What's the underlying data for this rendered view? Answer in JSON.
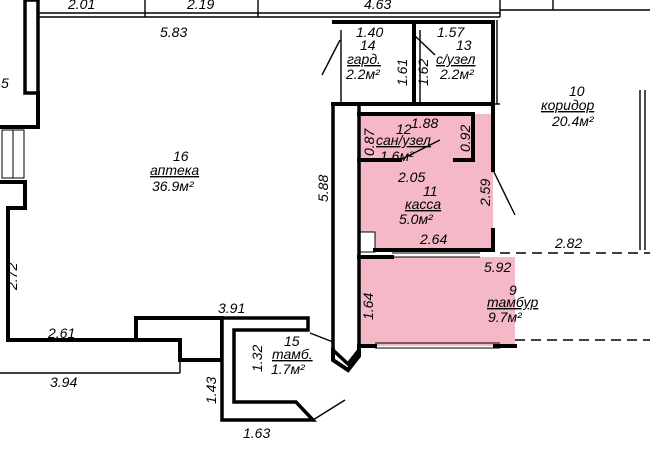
{
  "rooms": [
    {
      "id": "16",
      "number": "16",
      "name": "аптека",
      "area": "36.9м²"
    },
    {
      "id": "14",
      "number": "14",
      "name": "гард.",
      "area": "2.2м²"
    },
    {
      "id": "13",
      "number": "13",
      "name": "с/узел",
      "area": "2.2м²"
    },
    {
      "id": "10",
      "number": "10",
      "name": "коридор",
      "area": "20.4м²"
    },
    {
      "id": "12",
      "number": "12",
      "name": "сан/узел",
      "area": "1.6м²"
    },
    {
      "id": "11",
      "number": "11",
      "name": "касса",
      "area": "5.0м²"
    },
    {
      "id": "9",
      "number": "9",
      "name": "тамбур",
      "area": "9.7м²"
    },
    {
      "id": "15",
      "number": "15",
      "name": "тамб.",
      "area": "1.7м²"
    }
  ],
  "dimensions": {
    "d_2_01": "2.01",
    "d_2_19": "2.19",
    "d_4_63": "4.63",
    "d_5_top": "5",
    "d_5_83": "5.83",
    "d_1_40": "1.40",
    "d_1_57": "1.57",
    "d_1_61": "1.61",
    "d_1_62": "1.62",
    "d_1_88": "1.88",
    "d_0_87": "0.87",
    "d_0_92": "0.92",
    "d_2_05": "2.05",
    "d_2_59": "2.59",
    "d_5_88": "5.88",
    "d_2_64": "2.64",
    "d_2_82": "2.82",
    "d_5_92": "5.92",
    "d_2_72": "2.72",
    "d_1_64": "1.64",
    "d_3_91": "3.91",
    "d_2_61": "2.61",
    "d_1_32": "1.32",
    "d_3_94": "3.94",
    "d_1_43": "1.43",
    "d_1_63": "1.63"
  },
  "colors": {
    "highlight": "#f4b8c6",
    "wall": "#000000",
    "background": "#ffffff"
  }
}
